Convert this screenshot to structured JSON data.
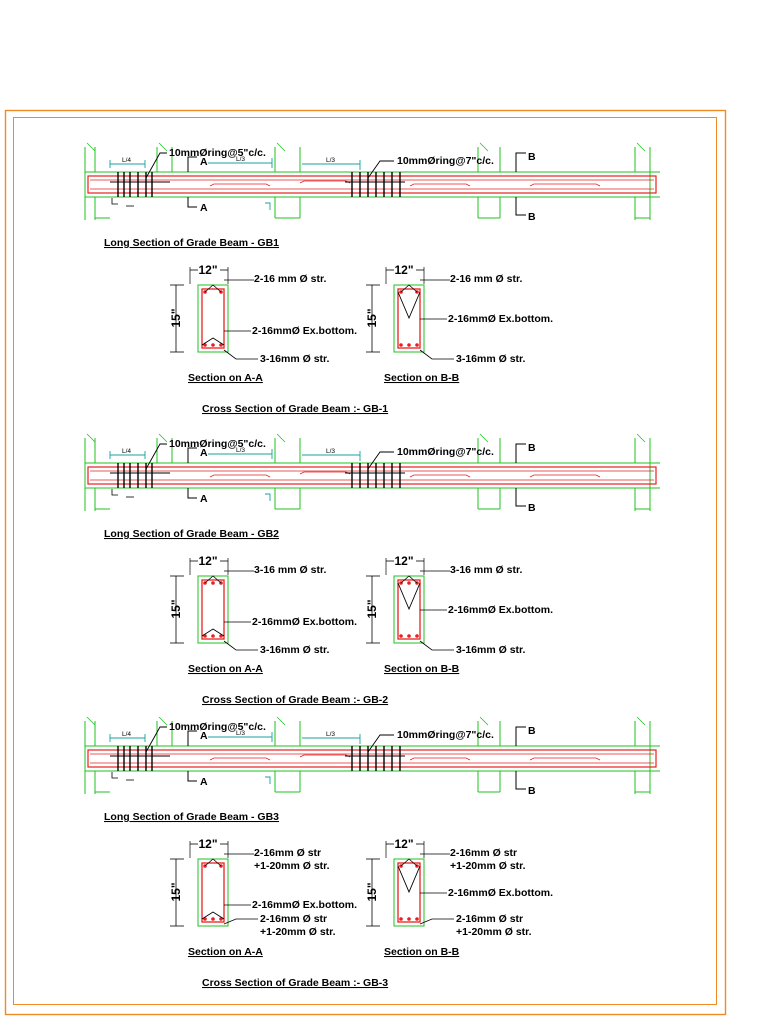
{
  "colors": {
    "border": "#f08a24",
    "steel": "#e82020",
    "outline": "#1fc21f",
    "ties": "#18a0a0",
    "ink": "#000000"
  },
  "sheet": {
    "beams": [
      {
        "long_section_title": "Long Section of Grade Beam - GB1",
        "ring_left": "10mmØring@5\"c/c.",
        "ring_right": "10mmØring@7\"c/c.",
        "span_l4": "L/4",
        "span_l3a": "L/3",
        "span_l3b": "L/3",
        "cut_a": "A",
        "cut_b": "B",
        "section_a": {
          "width": "12\"",
          "depth": "15\"",
          "top": [
            "2-16 mm Ø str."
          ],
          "extra": "2-16mmØ Ex.bottom.",
          "bottom": [
            "3-16mm Ø str."
          ],
          "caption": "Section on A-A"
        },
        "section_b": {
          "width": "12\"",
          "depth": "15\"",
          "top": [
            "2-16 mm Ø str."
          ],
          "extra": "2-16mmØ Ex.bottom.",
          "bottom": [
            "3-16mm Ø str."
          ],
          "caption": "Section on B-B"
        },
        "cross_section_title": "Cross Section of Grade Beam :- GB-1"
      },
      {
        "long_section_title": "Long Section of Grade Beam - GB2",
        "ring_left": "10mmØring@5\"c/c.",
        "ring_right": "10mmØring@7\"c/c.",
        "span_l4": "L/4",
        "span_l3a": "L/3",
        "span_l3b": "L/3",
        "cut_a": "A",
        "cut_b": "B",
        "section_a": {
          "width": "12\"",
          "depth": "15\"",
          "top": [
            "3-16 mm Ø str."
          ],
          "extra": "2-16mmØ Ex.bottom.",
          "bottom": [
            "3-16mm Ø str."
          ],
          "caption": "Section on A-A"
        },
        "section_b": {
          "width": "12\"",
          "depth": "15\"",
          "top": [
            "3-16 mm Ø str."
          ],
          "extra": "2-16mmØ Ex.bottom.",
          "bottom": [
            "3-16mm Ø str."
          ],
          "caption": "Section on B-B"
        },
        "cross_section_title": "Cross Section of Grade Beam :- GB-2"
      },
      {
        "long_section_title": "Long Section of Grade Beam - GB3",
        "ring_left": "10mmØring@5\"c/c.",
        "ring_right": "10mmØring@7\"c/c.",
        "span_l4": "L/4",
        "span_l3a": "L/3",
        "span_l3b": "L/3",
        "cut_a": "A",
        "cut_b": "B",
        "section_a": {
          "width": "12\"",
          "depth": "15\"",
          "top": [
            "2-16mm Ø str",
            "+1-20mm Ø str."
          ],
          "extra": "2-16mmØ Ex.bottom.",
          "bottom": [
            "2-16mm Ø str",
            "+1-20mm Ø str."
          ],
          "caption": "Section on A-A"
        },
        "section_b": {
          "width": "12\"",
          "depth": "15\"",
          "top": [
            "2-16mm Ø str",
            "+1-20mm Ø str."
          ],
          "extra": "2-16mmØ Ex.bottom.",
          "bottom": [
            "2-16mm Ø str",
            "+1-20mm Ø str."
          ],
          "caption": "Section on B-B"
        },
        "cross_section_title": "Cross Section of Grade Beam :- GB-3"
      }
    ]
  }
}
